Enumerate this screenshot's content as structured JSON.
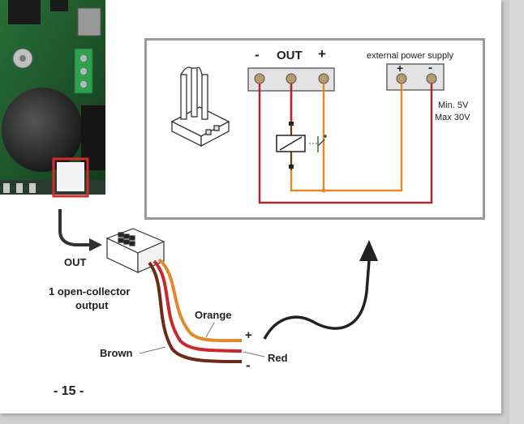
{
  "colors": {
    "page_bg": "#ffffff",
    "viewer_bg": "#cfcfcf",
    "wire_red": "#b3262d",
    "wire_orange": "#e08a2b",
    "wire_brown": "#6b2a1a",
    "box_border": "#9a9a9a",
    "highlight": "#d32b2b"
  },
  "diagram": {
    "terminal_minus": "-",
    "terminal_out": "OUT",
    "terminal_plus": "+",
    "ext_supply_label": "external power supply",
    "ext_plus": "+",
    "ext_minus": "-",
    "voltage_min": "Min. 5V",
    "voltage_max": "Max 30V"
  },
  "connector": {
    "out_label": "OUT",
    "desc_line1": "1 open-collector",
    "desc_line2": "output"
  },
  "wires": {
    "orange": "Orange",
    "brown": "Brown",
    "red": "Red",
    "plus": "+",
    "minus": "-"
  },
  "page_number": "- 15 -"
}
